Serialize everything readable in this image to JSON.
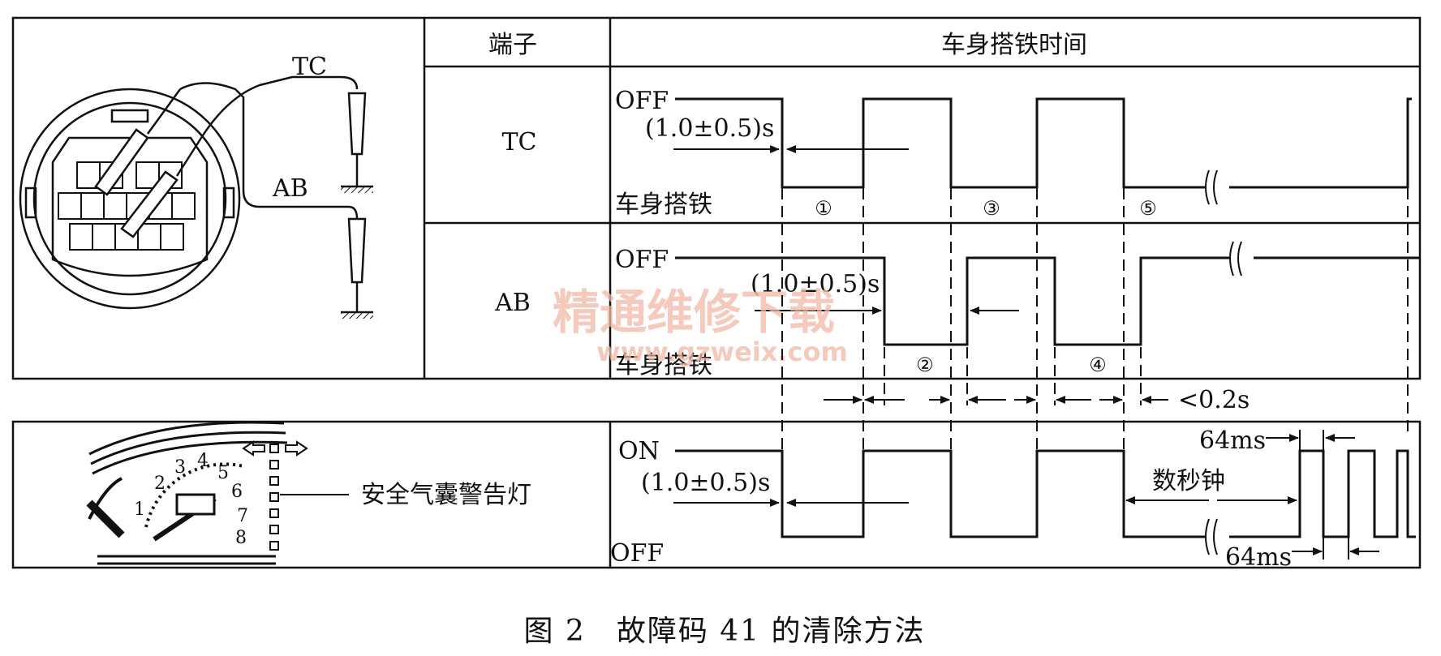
{
  "table_top": {
    "col_terminal_header": "端子",
    "col_time_header": "车身搭铁时间",
    "rows": [
      {
        "terminal": "TC",
        "high_label": "OFF",
        "low_label": "车身搭铁",
        "duration": "(1.0±0.5)s",
        "steps": [
          "①",
          "③",
          "⑤"
        ]
      },
      {
        "terminal": "AB",
        "high_label": "OFF",
        "low_label": "车身搭铁",
        "duration": "(1.0±0.5)s",
        "steps": [
          "②",
          "④"
        ]
      }
    ],
    "connector_labels": {
      "tc": "TC",
      "ab": "AB"
    }
  },
  "interval_label": "<0.2s",
  "table_bottom": {
    "lamp_label": "安全气囊警告灯",
    "high_label": "ON",
    "low_label": "OFF",
    "duration": "(1.0±0.5)s",
    "seconds_label": "数秒钟",
    "pulse_top": "64ms",
    "pulse_bottom": "64ms",
    "gauge_numbers": [
      "1",
      "2",
      "3",
      "4",
      "5",
      "6",
      "7",
      "8"
    ]
  },
  "watermark": {
    "line1": "精通维修下载",
    "line2": "www.gzweix.com"
  },
  "caption": "图 2　故障码 41 的清除方法"
}
